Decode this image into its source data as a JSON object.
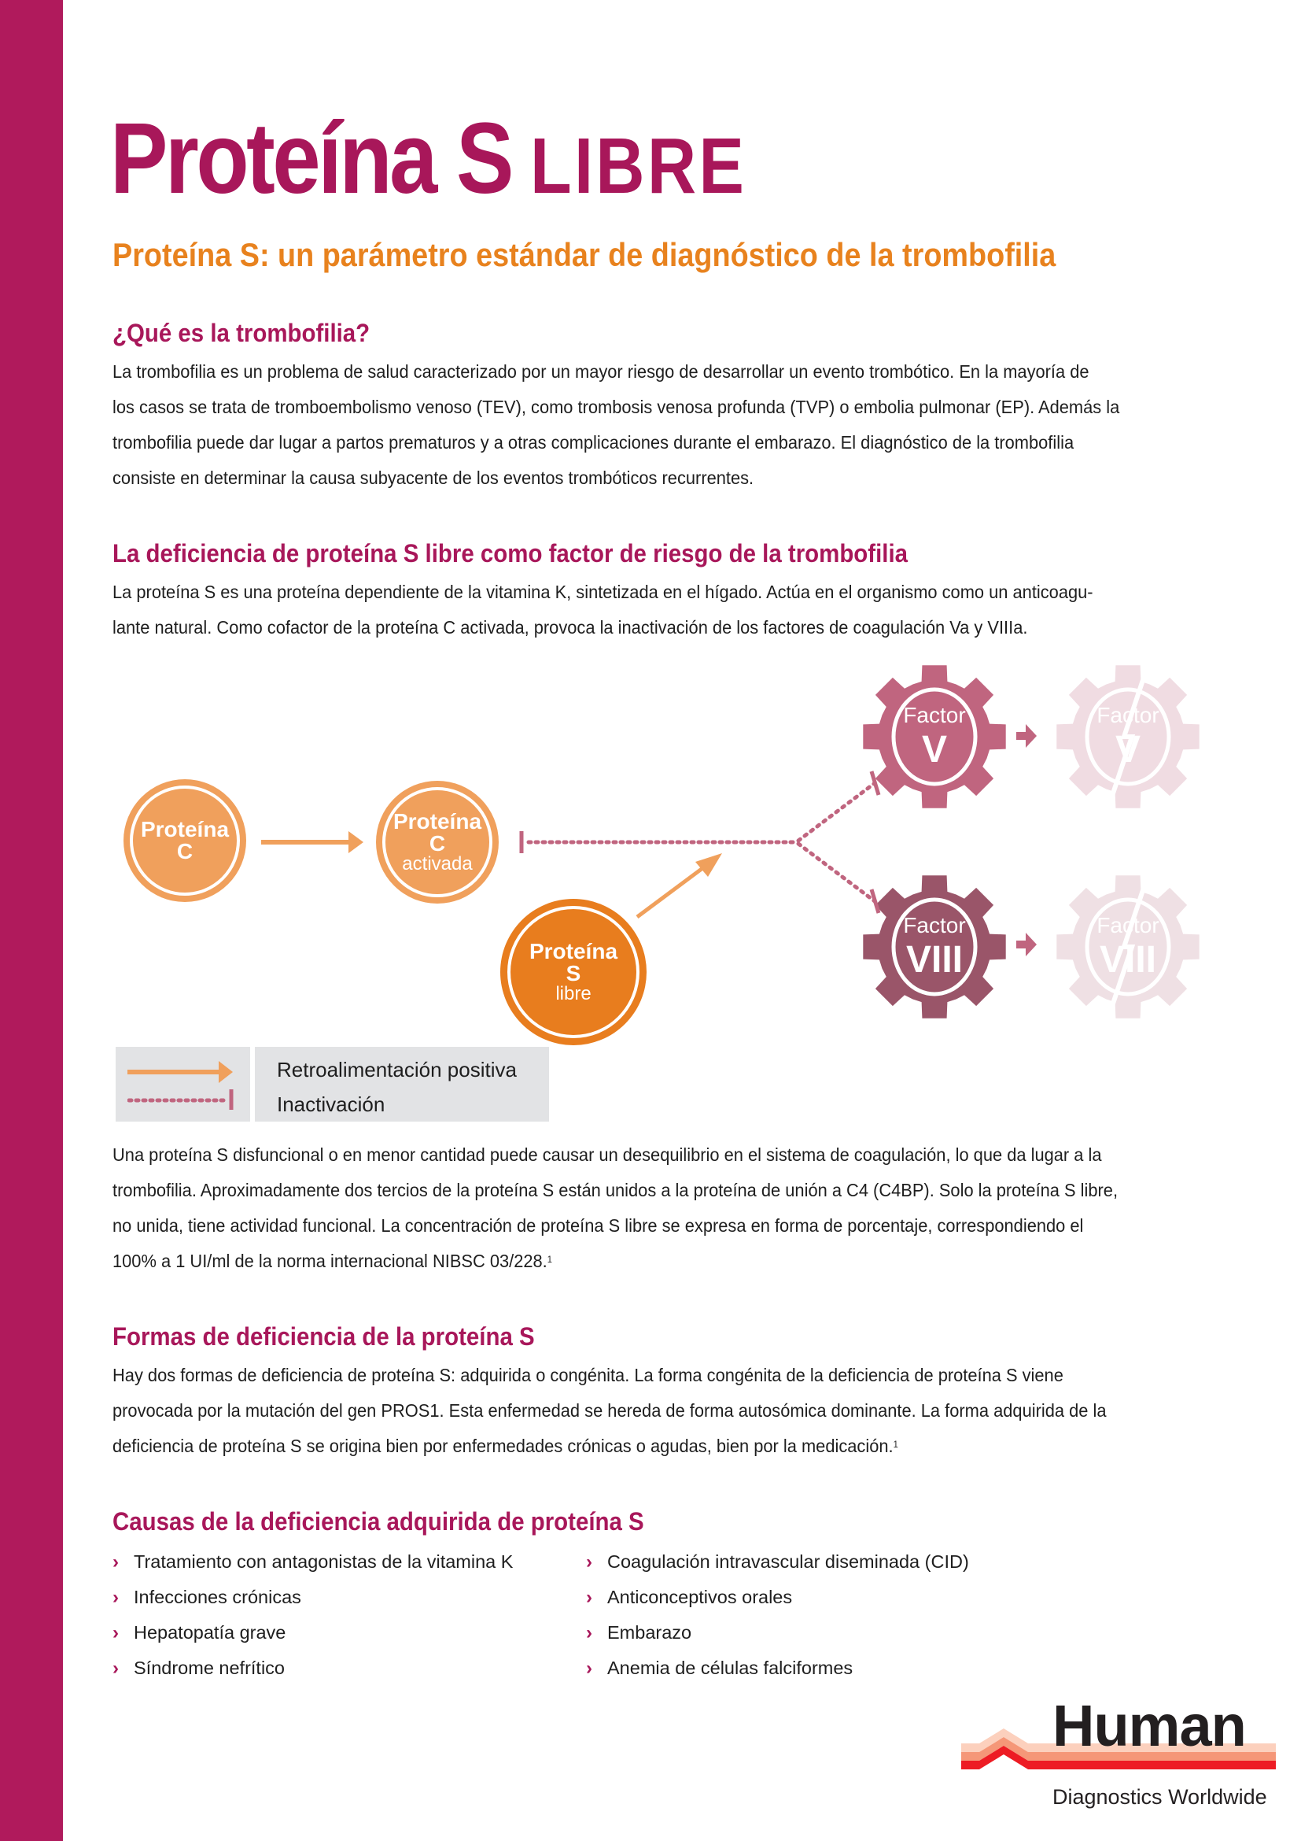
{
  "title": {
    "main": "Proteína S",
    "suffix": "LIBRE"
  },
  "subtitle": "Proteína S: un parámetro estándar de diagnóstico de la trombofilia",
  "sections": [
    {
      "heading": "¿Qué es la trombofilia?",
      "lines": [
        "La trombofilia es un problema de salud caracterizado por un mayor riesgo de desarrollar un evento trombótico. En la mayoría de",
        "los casos se trata de tromboembolismo venoso (TEV), como trombosis venosa profunda (TVP) o embolia pulmonar (EP). Además la",
        "trombofilia puede dar lugar a partos prematuros y a otras complicaciones durante el embarazo. El diagnóstico de la trombofilia",
        "consiste en determinar la causa subyacente de los eventos trombóticos recurrentes."
      ]
    },
    {
      "heading": "La deficiencia de proteína S libre como factor de riesgo de la trombofilia",
      "lines": [
        "La proteína S es una proteína dependiente de la vitamina K, sintetizada en el hígado. Actúa en el organismo como un anticoagu-",
        "lante natural. Como cofactor de la proteína C activada, provoca la inactivación de los factores de coagulación Va y VIIIa."
      ]
    },
    {
      "lines": [
        "Una proteína S disfuncional o en menor cantidad puede causar un desequilibrio en el sistema de coagulación, lo que da lugar a la",
        "trombofilia. Aproximadamente dos tercios de la proteína S están unidos a la proteína de unión a C4 (C4BP). Solo la proteína S libre,",
        "no unida, tiene actividad funcional. La concentración de proteína S libre se expresa en forma de porcentaje, correspondiendo el",
        "100% a 1 UI/ml de la norma internacional NIBSC 03/228."
      ],
      "footnote": "1"
    },
    {
      "heading": "Formas de deficiencia de la proteína S",
      "lines": [
        "Hay dos formas de deficiencia de proteína S: adquirida o congénita. La forma congénita de la deficiencia de proteína S viene",
        "provocada por la mutación del gen PROS1. Esta enfermedad se hereda de forma autosómica dominante. La forma adquirida de la",
        "deficiencia de proteína S se origina bien por enfermedades crónicas o agudas, bien por la medicación."
      ],
      "footnote": "1"
    },
    {
      "heading": "Causas de la deficiencia adquirida de proteína S",
      "list_left": [
        "Tratamiento con antagonistas de la vitamina K",
        "Infecciones crónicas",
        "Hepatopatía grave",
        "Síndrome nefrítico"
      ],
      "list_right": [
        "Coagulación intravascular diseminada (CID)",
        "Anticonceptivos orales",
        "Embarazo",
        "Anemia de células falciformes"
      ]
    }
  ],
  "diagram": {
    "protein_c": {
      "line1": "Proteína",
      "line2": "C"
    },
    "protein_c_activated": {
      "line1": "Proteína",
      "line2": "C",
      "line3": "activada"
    },
    "protein_s_free": {
      "line1": "Proteína",
      "line2": "S",
      "line3": "libre"
    },
    "factor_v": {
      "label": "Factor",
      "numeral": "V"
    },
    "factor_viii": {
      "label": "Factor",
      "numeral": "VIII"
    },
    "legend": {
      "positive": "Retroalimentación positiva",
      "inactivation": "Inactivación"
    },
    "colors": {
      "light_orange": "#f0a05c",
      "orange": "#e87d1e",
      "pink": "#c0657f",
      "plum": "#9a5569",
      "faded": "#f0dce2"
    }
  },
  "logo": {
    "word": "Human",
    "tagline": "Diagnostics Worldwide"
  }
}
